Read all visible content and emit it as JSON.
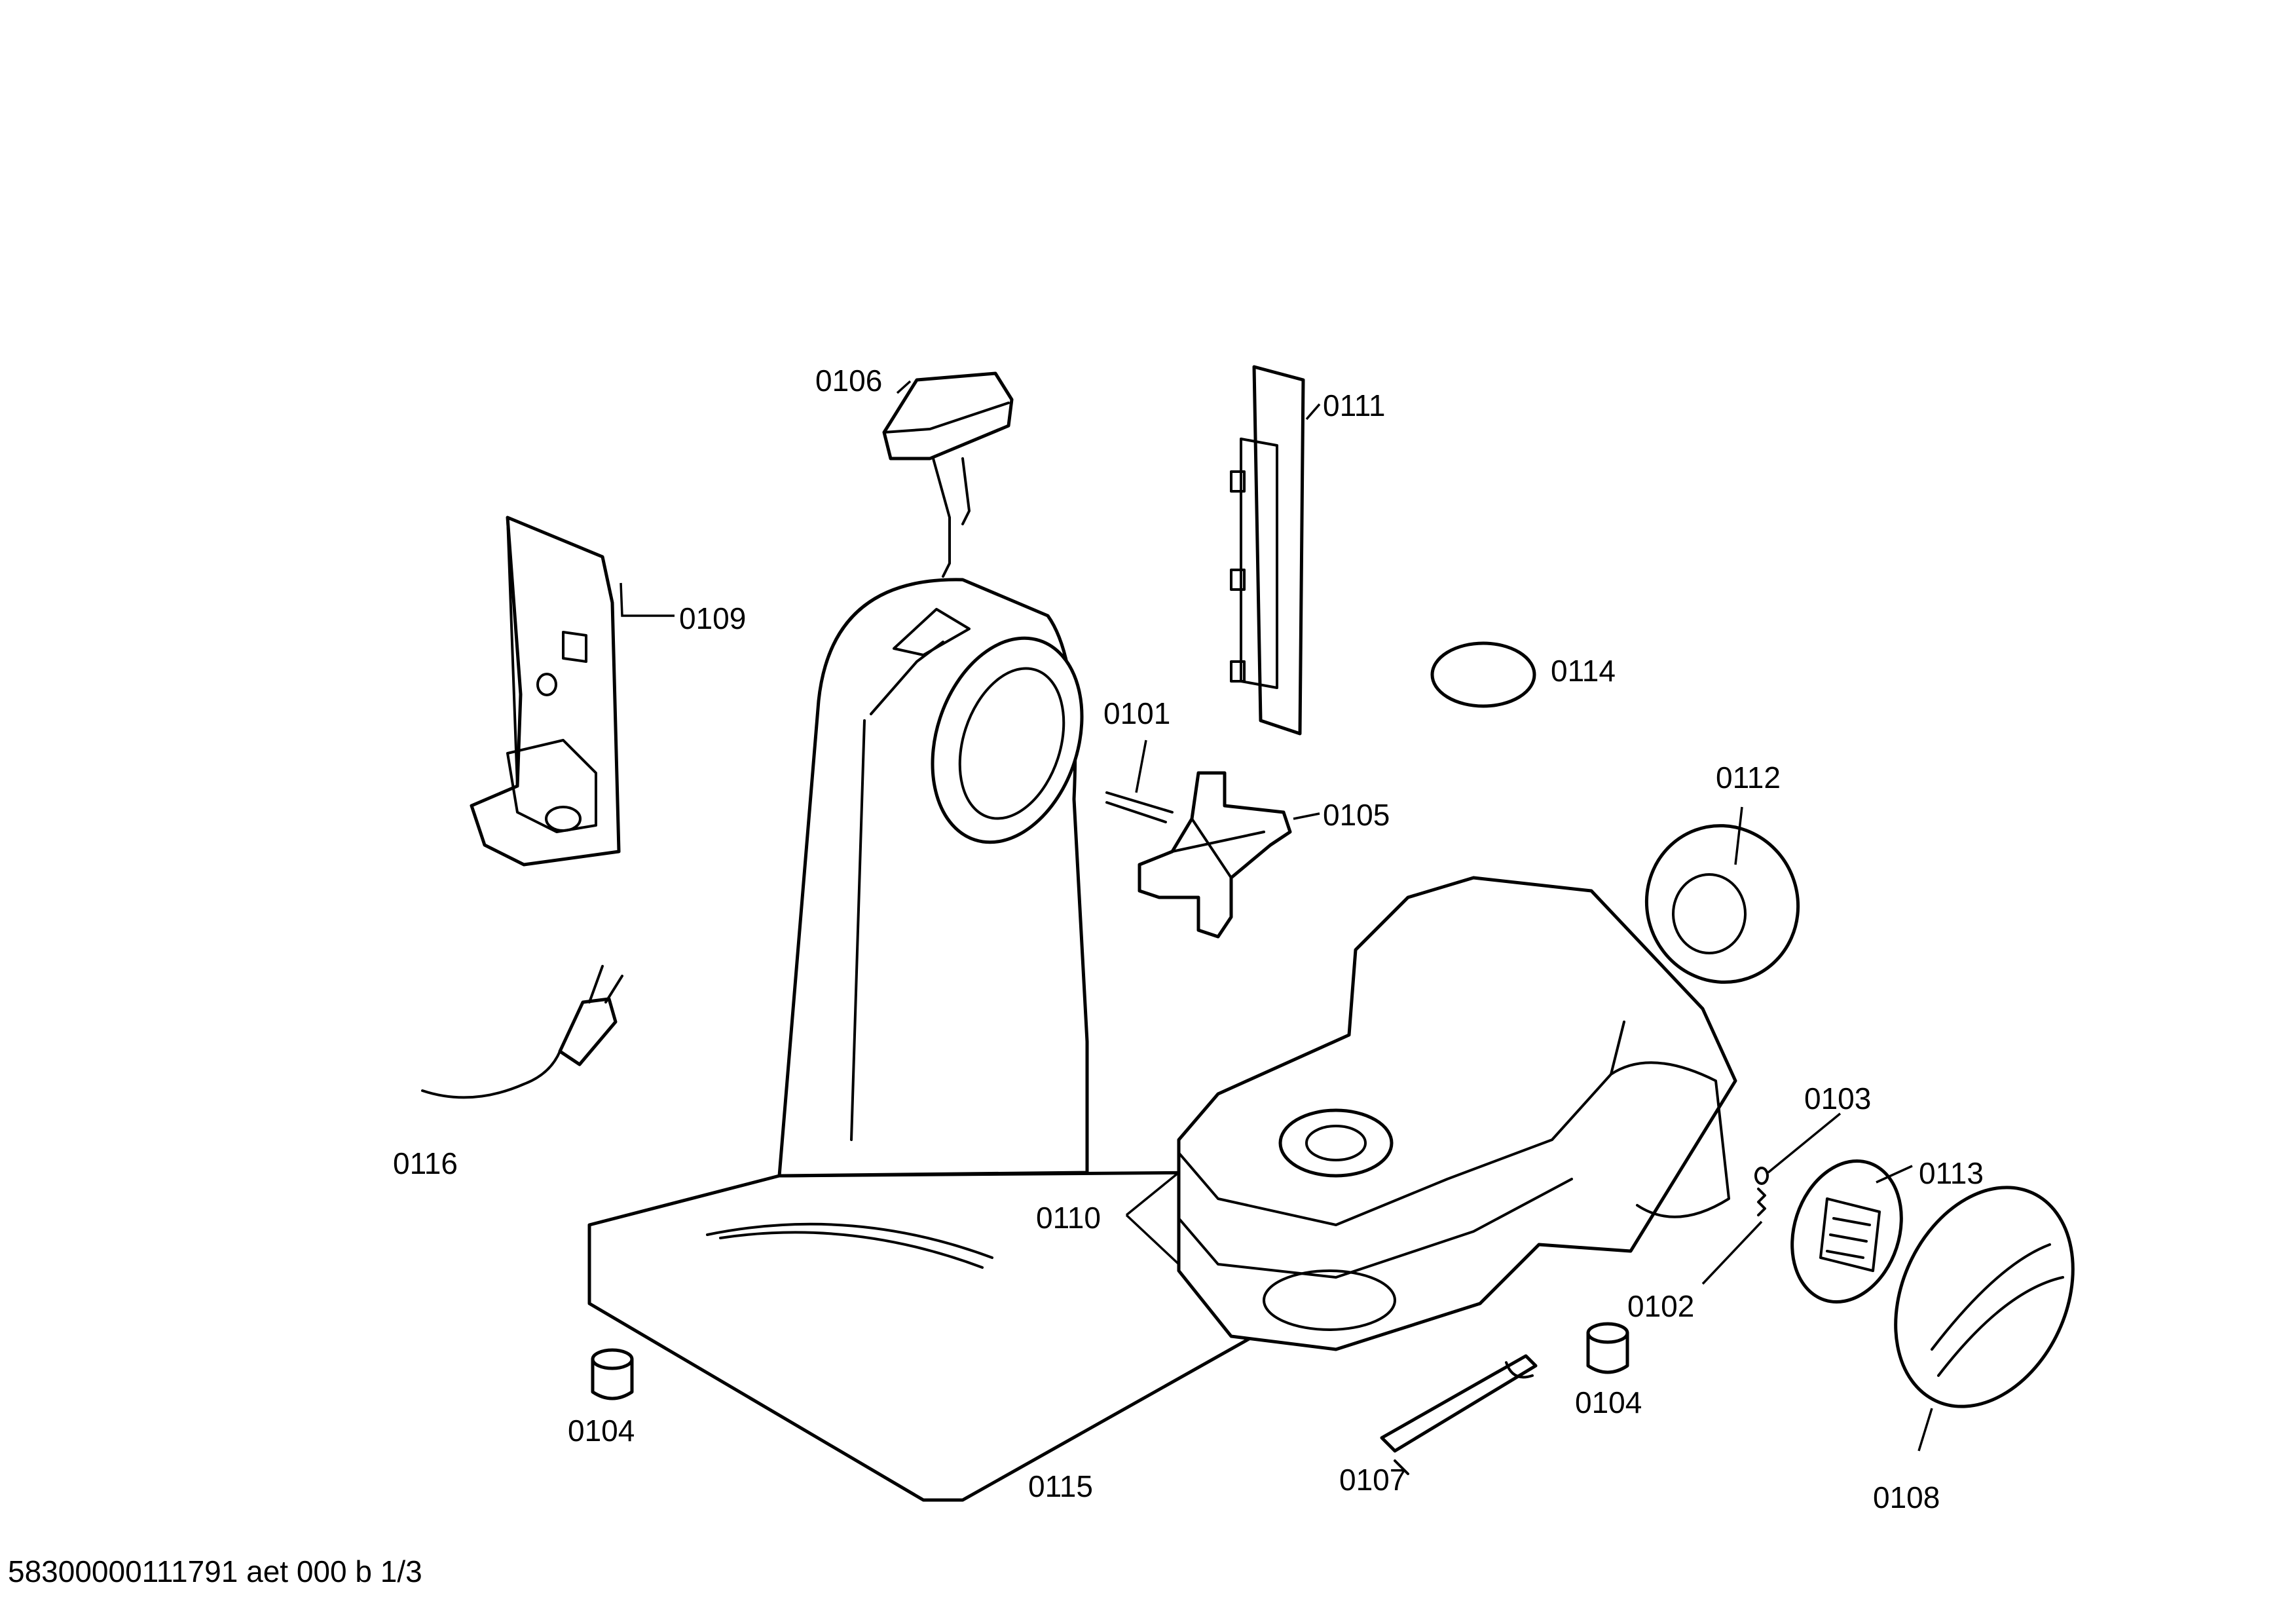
{
  "callouts": {
    "p0101": "0101",
    "p0102": "0102",
    "p0103": "0103",
    "p0104a": "0104",
    "p0104b": "0104",
    "p0105": "0105",
    "p0106": "0106",
    "p0107": "0107",
    "p0108": "0108",
    "p0109": "0109",
    "p0110": "0110",
    "p0111": "0111",
    "p0112": "0112",
    "p0113": "0113",
    "p0114": "0114",
    "p0115": "0115",
    "p0116": "0116"
  },
  "footer": "58300000111791 aet 000 b 1/3"
}
